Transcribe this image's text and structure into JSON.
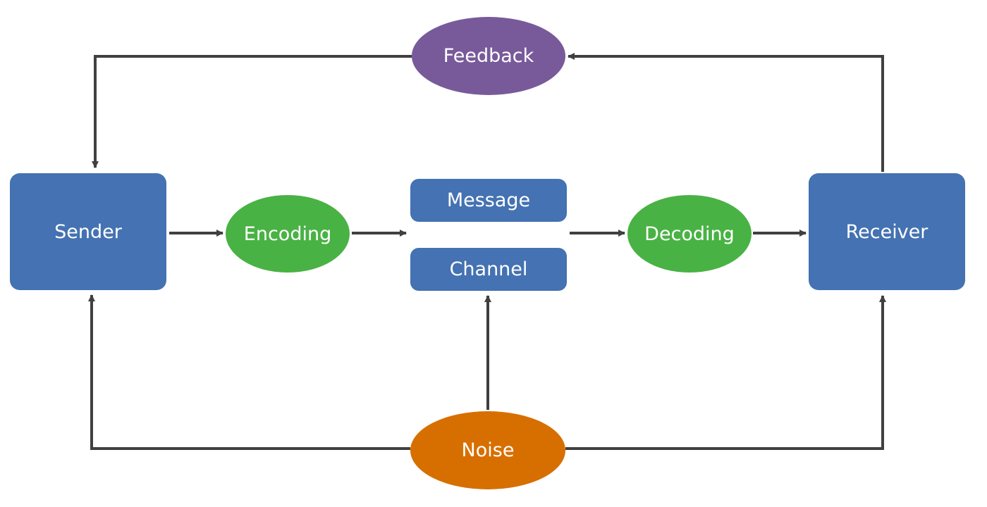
{
  "diagram": {
    "nodes": {
      "sender": {
        "label": "Sender",
        "shape": "box",
        "color": "#4472b2"
      },
      "encoding": {
        "label": "Encoding",
        "shape": "ellipse",
        "color": "#49b244"
      },
      "message": {
        "label": "Message",
        "shape": "box",
        "color": "#4472b2"
      },
      "channel": {
        "label": "Channel",
        "shape": "box",
        "color": "#4472b2"
      },
      "decoding": {
        "label": "Decoding",
        "shape": "ellipse",
        "color": "#49b244"
      },
      "receiver": {
        "label": "Receiver",
        "shape": "box",
        "color": "#4472b2"
      },
      "feedback": {
        "label": "Feedback",
        "shape": "ellipse",
        "color": "#785a9a"
      },
      "noise": {
        "label": "Noise",
        "shape": "ellipse",
        "color": "#d76f00"
      }
    },
    "edges": [
      {
        "from": "sender",
        "to": "encoding"
      },
      {
        "from": "encoding",
        "to": "message"
      },
      {
        "from": "message",
        "to": "decoding"
      },
      {
        "from": "decoding",
        "to": "receiver"
      },
      {
        "from": "receiver",
        "to": "feedback"
      },
      {
        "from": "feedback",
        "to": "sender"
      },
      {
        "from": "noise",
        "to": "sender"
      },
      {
        "from": "noise",
        "to": "channel"
      },
      {
        "from": "noise",
        "to": "receiver"
      }
    ],
    "edge_color": "#404040"
  }
}
